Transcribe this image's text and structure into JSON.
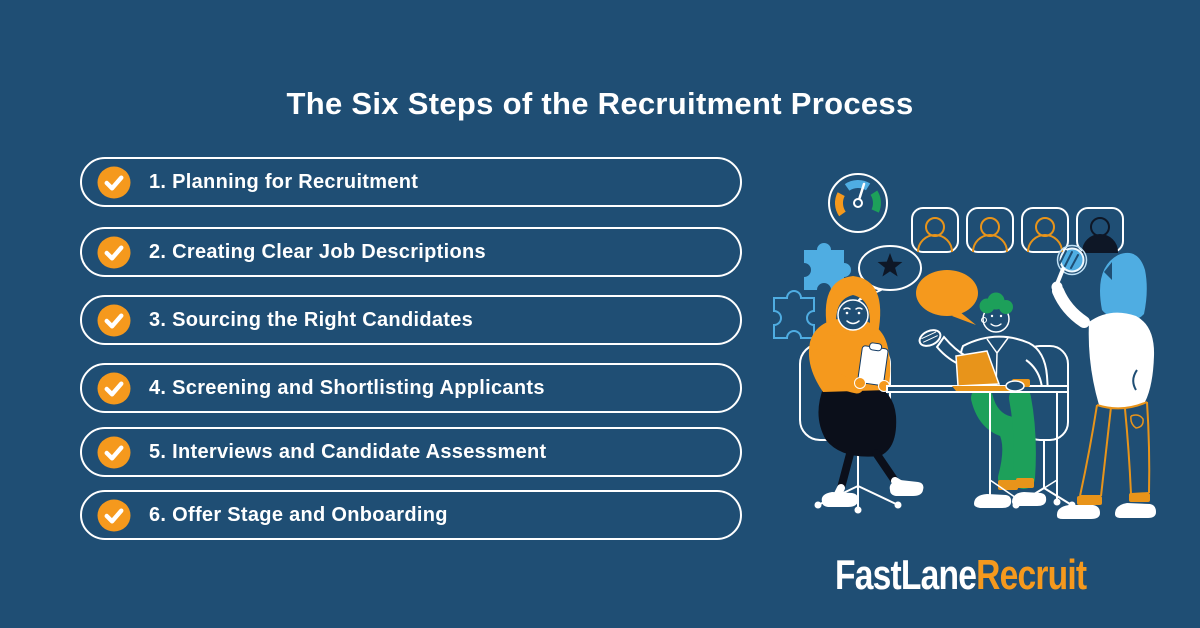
{
  "title": "The Six Steps of the Recruitment Process",
  "steps": {
    "items": [
      {
        "label": "1. Planning for Recruitment"
      },
      {
        "label": "2. Creating Clear Job Descriptions"
      },
      {
        "label": "3. Sourcing the Right Candidates"
      },
      {
        "label": "4. Screening and Shortlisting Applicants"
      },
      {
        "label": "5. Interviews and Candidate Assessment"
      },
      {
        "label": "6. Offer Stage and Onboarding"
      }
    ]
  },
  "logo": {
    "first": "FastLane",
    "second": "Recruit"
  },
  "colors": {
    "background": "#1F4E74",
    "accent_orange": "#F5991D",
    "light_blue": "#4FADE2",
    "green": "#1DA05A",
    "dark_navy": "#0E1726",
    "white": "#FFFFFF"
  },
  "icons": {
    "step_bullet": "check-circle-icon",
    "illustration_parts": [
      "gauge-icon",
      "candidate-cards-icon",
      "puzzle-piece-icon",
      "star-speech-bubble-icon",
      "speech-bubble-icon",
      "magnifier-icon",
      "clipboard-icon",
      "laptop-icon"
    ]
  }
}
